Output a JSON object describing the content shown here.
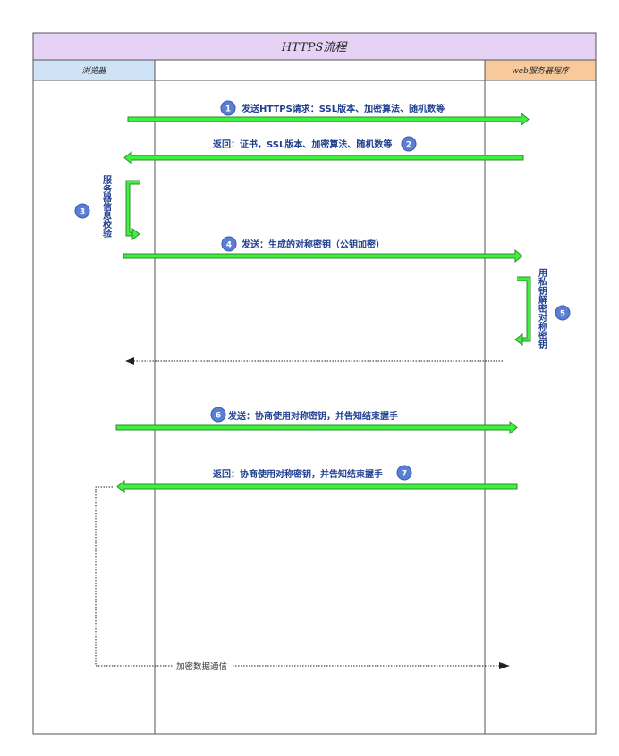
{
  "title": "HTTPS流程",
  "lanes": {
    "browser": "浏览器",
    "server": "web服务器程序"
  },
  "messages": [
    {
      "num": "1",
      "text": "发送HTTPS请求：SSL版本、加密算法、随机数等"
    },
    {
      "num": "2",
      "text": "返回：证书，SSL版本、加密算法、随机数等"
    },
    {
      "num": "3",
      "text": "服务器信息校验"
    },
    {
      "num": "4",
      "text": "发送：生成的对称密钥（公钥加密）"
    },
    {
      "num": "5",
      "text": "用私钥解密对称密钥"
    },
    {
      "num": "6",
      "text": "发送：协商使用对称密钥，并告知结束握手"
    },
    {
      "num": "7",
      "text": "返回：协商使用对称密钥，并告知结束握手"
    }
  ],
  "footer_text": "加密数据通信",
  "colors": {
    "title_bg": "#e6d2f5",
    "browser_bg": "#cfe3f7",
    "server_bg": "#f8c99a",
    "arrow_fill": "#3cf23c",
    "arrow_stroke": "#2e8b2e",
    "badge": "#5b7fd4",
    "label": "#1f3f8f"
  }
}
